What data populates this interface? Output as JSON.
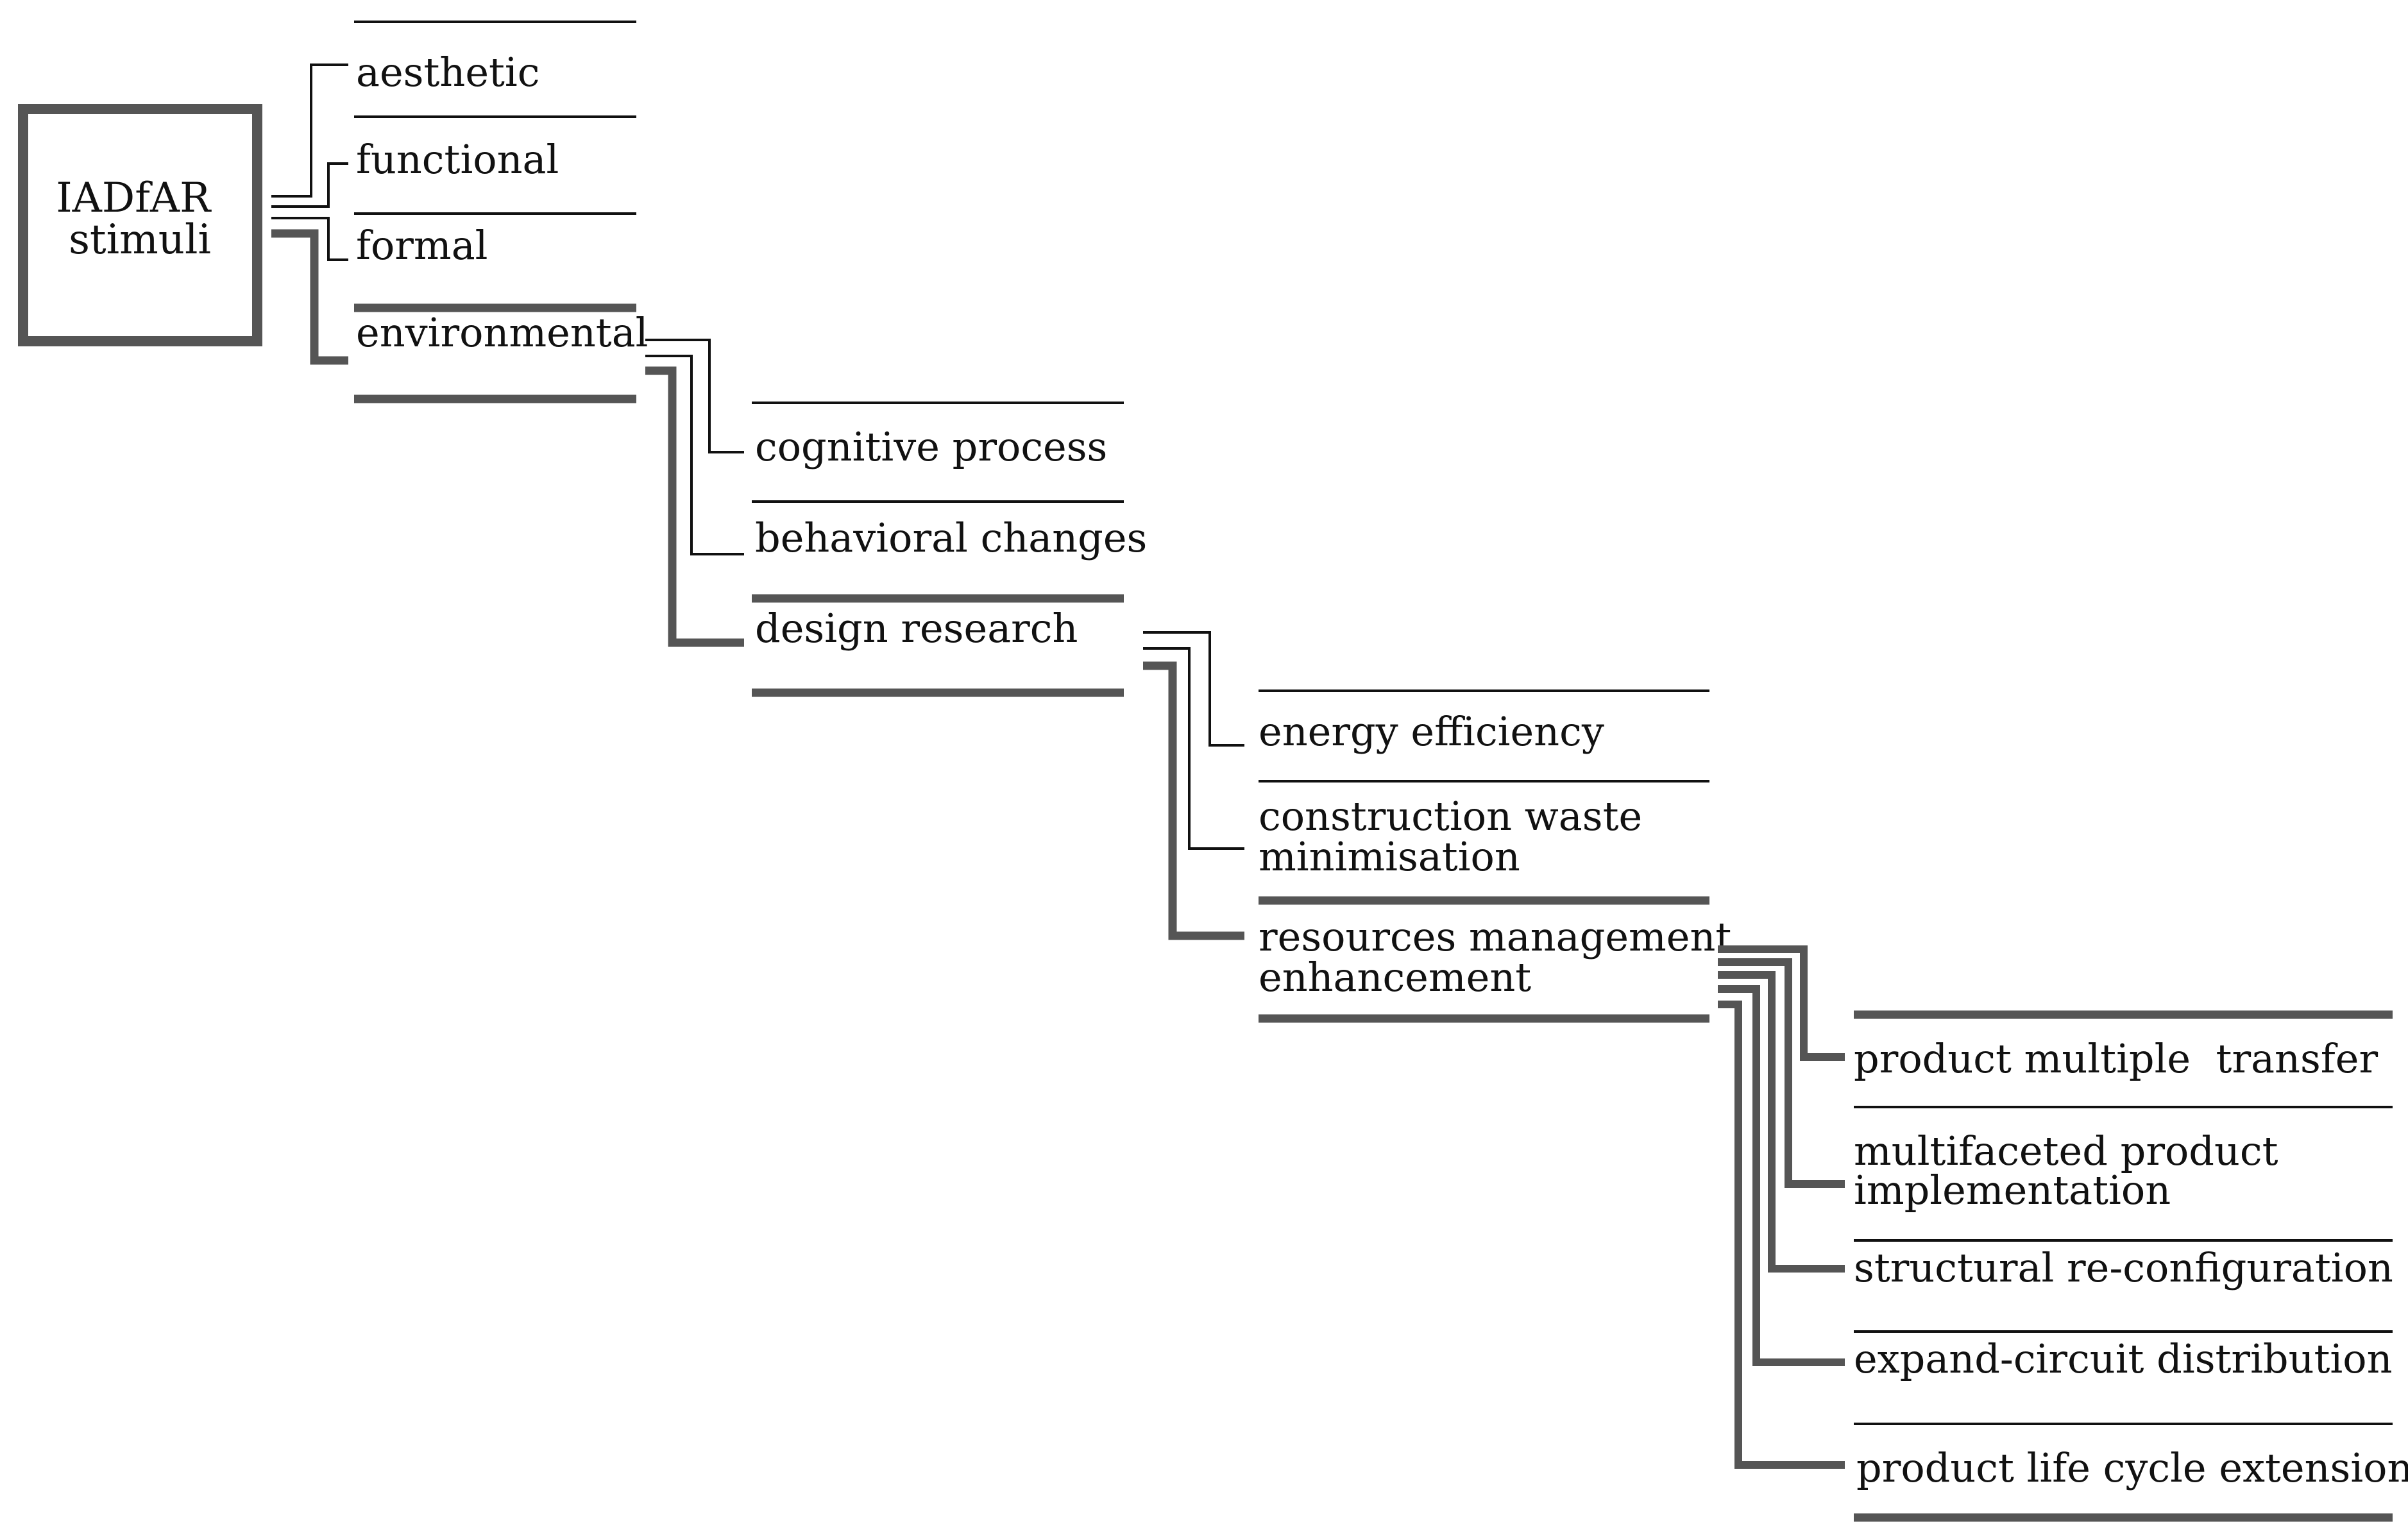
{
  "root": {
    "lines": [
      "IADfAR",
      "stimuli"
    ]
  },
  "levels": [
    {
      "items": [
        {
          "lines": [
            "aesthetic"
          ],
          "emphasis": false
        },
        {
          "lines": [
            "functional"
          ],
          "emphasis": false
        },
        {
          "lines": [
            "formal"
          ],
          "emphasis": false
        },
        {
          "lines": [
            "environmental"
          ],
          "emphasis": true
        }
      ]
    },
    {
      "items": [
        {
          "lines": [
            "cognitive process"
          ],
          "emphasis": false
        },
        {
          "lines": [
            "behavioral changes"
          ],
          "emphasis": false
        },
        {
          "lines": [
            "design research"
          ],
          "emphasis": true
        }
      ]
    },
    {
      "items": [
        {
          "lines": [
            "energy efficiency"
          ],
          "emphasis": false
        },
        {
          "lines": [
            "construction waste",
            "minimisation"
          ],
          "emphasis": false
        },
        {
          "lines": [
            "resources management",
            "enhancement"
          ],
          "emphasis": true
        }
      ]
    },
    {
      "items": [
        {
          "lines": [
            "product multiple  transfer"
          ],
          "emphasis": true
        },
        {
          "lines": [
            "multifaceted product",
            "implementation"
          ],
          "emphasis": true
        },
        {
          "lines": [
            "structural re-configuration"
          ],
          "emphasis": true
        },
        {
          "lines": [
            "expand-circuit distribution"
          ],
          "emphasis": true
        },
        {
          "lines": [
            "product life cycle extension"
          ],
          "emphasis": true
        }
      ]
    }
  ],
  "colors": {
    "thin_line": "#111111",
    "thick_line": "#555555",
    "text": "#111111",
    "box_border": "#555555"
  }
}
